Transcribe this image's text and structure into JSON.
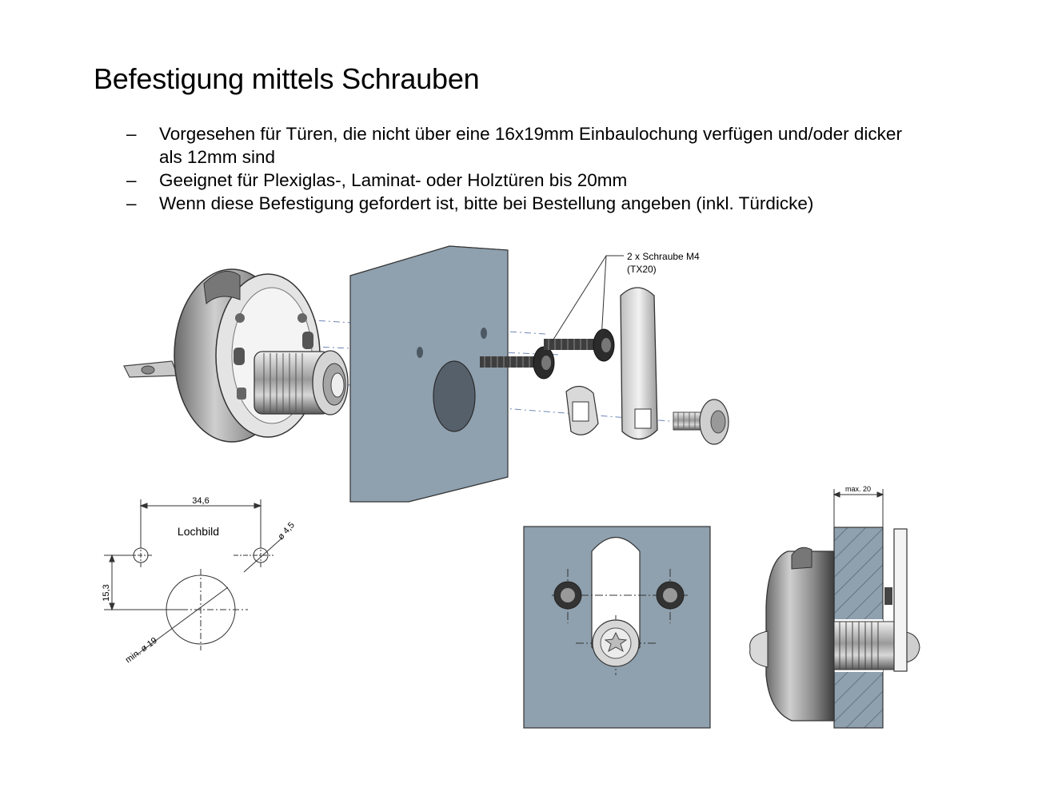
{
  "title": "Befestigung mittels Schrauben",
  "bullets": [
    {
      "dash": "–",
      "text": "Vorgesehen für Türen, die nicht über eine 16x19mm Einbaulochung verfügen und/oder dicker als 12mm sind"
    },
    {
      "dash": "–",
      "text": "Geeignet für Plexiglas-, Laminat- oder Holztüren bis 20mm"
    },
    {
      "dash": "–",
      "text": "Wenn diese Befestigung gefordert ist, bitte bei Bestellung angeben (inkl. Türdicke)"
    }
  ],
  "exploded_view": {
    "screw_label": "2 x Schraube M4",
    "screw_drive": "(TX20)"
  },
  "hole_pattern": {
    "label": "Lochbild",
    "spacing": "34,6",
    "offset": "15,3",
    "small_hole": "ø 4,5",
    "large_hole": "min. ø 19"
  },
  "side_view": {
    "max_thickness": "max. 20"
  },
  "colors": {
    "panel_front": "#8fa0ae",
    "panel_side": "#6f7f8d",
    "panel_top": "#b3c0ca",
    "line": "#333333"
  }
}
